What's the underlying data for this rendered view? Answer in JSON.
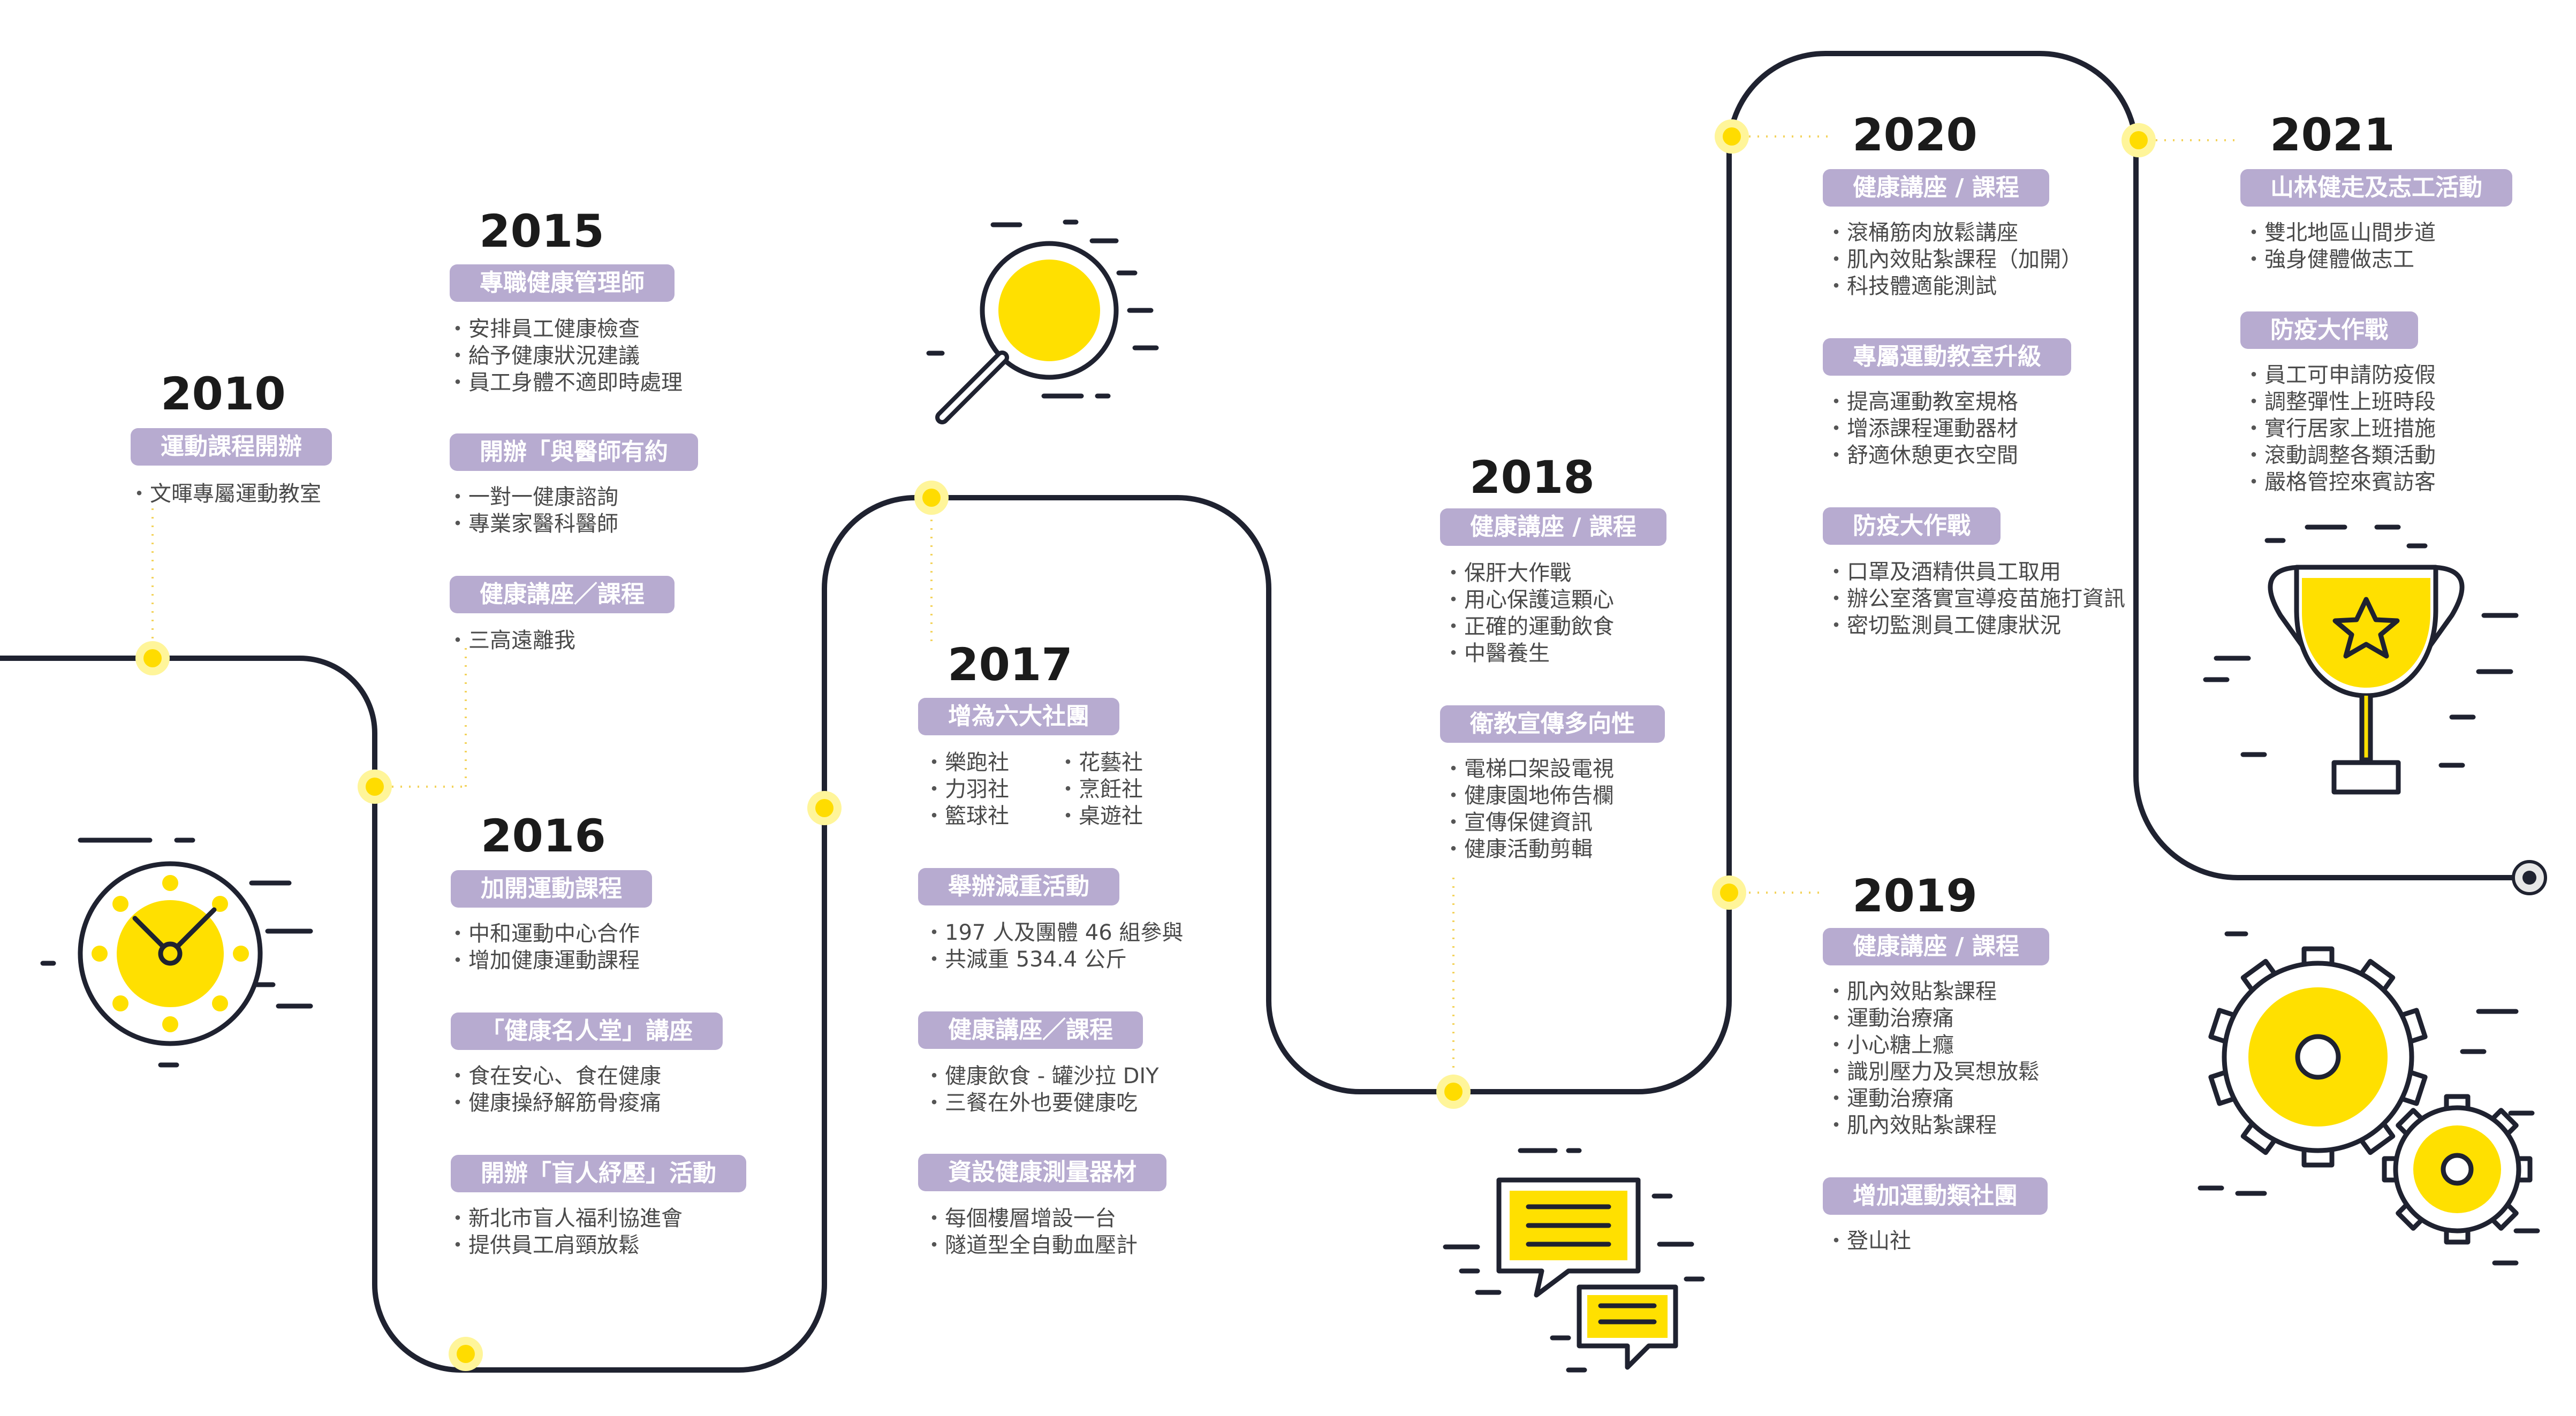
{
  "colors": {
    "line": "#1f2230",
    "accent": "#ffe000",
    "pill": "#b7abd0",
    "text": "#4a4a4a"
  },
  "icons": [
    "clock-icon",
    "magnifier-icon",
    "speech-bubbles-icon",
    "trophy-icon",
    "gears-icon"
  ],
  "milestones": {
    "y2010": {
      "year": "2010",
      "sections": [
        {
          "title": "運動課程開辦",
          "items": [
            "文暉專屬運動教室"
          ]
        }
      ]
    },
    "y2015": {
      "year": "2015",
      "sections": [
        {
          "title": "專職健康管理師",
          "items": [
            "安排員工健康檢查",
            "給予健康狀況建議",
            "員工身體不適即時處理"
          ]
        },
        {
          "title": "開辦「與醫師有約",
          "items": [
            "一對一健康諮詢",
            "專業家醫科醫師"
          ]
        },
        {
          "title": "健康講座／課程",
          "items": [
            "三高遠離我"
          ]
        }
      ]
    },
    "y2016": {
      "year": "2016",
      "sections": [
        {
          "title": "加開運動課程",
          "items": [
            "中和運動中心合作",
            "增加健康運動課程"
          ]
        },
        {
          "title": "「健康名人堂」講座",
          "items": [
            "食在安心、食在健康",
            "健康操紓解筋骨痠痛"
          ]
        },
        {
          "title": "開辦「盲人紓壓」活動",
          "items": [
            "新北市盲人福利協進會",
            "提供員工肩頸放鬆"
          ]
        }
      ]
    },
    "y2017": {
      "year": "2017",
      "sections": [
        {
          "title": "增為六大社團",
          "items": [
            "樂跑社",
            "力羽社",
            "籃球社",
            "花藝社",
            "烹飪社",
            "桌遊社"
          ]
        },
        {
          "title": "舉辦減重活動",
          "items": [
            "197 人及團體 46 組參與",
            "共減重 534.4 公斤"
          ]
        },
        {
          "title": "健康講座／課程",
          "items": [
            "健康飲食 - 罐沙拉 DIY",
            "三餐在外也要健康吃"
          ]
        },
        {
          "title": "資設健康測量器材",
          "items": [
            "每個樓層增設一台",
            "隧道型全自動血壓計"
          ]
        }
      ]
    },
    "y2018": {
      "year": "2018",
      "sections": [
        {
          "title": "健康講座 / 課程",
          "items": [
            "保肝大作戰",
            "用心保護這顆心",
            "正確的運動飲食",
            "中醫養生"
          ]
        },
        {
          "title": "衛教宣傳多向性",
          "items": [
            "電梯口架設電視",
            "健康園地佈告欄",
            "宣傳保健資訊",
            "健康活動剪輯"
          ]
        }
      ]
    },
    "y2019": {
      "year": "2019",
      "sections": [
        {
          "title": "健康講座 / 課程",
          "items": [
            "肌內效貼紮課程",
            "運動治療痛",
            "小心糖上癮",
            "識別壓力及冥想放鬆",
            "運動治療痛",
            "肌內效貼紮課程"
          ]
        },
        {
          "title": "增加運動類社團",
          "items": [
            "登山社"
          ]
        }
      ]
    },
    "y2020": {
      "year": "2020",
      "sections": [
        {
          "title": "健康講座 / 課程",
          "items": [
            "滾桶筋肉放鬆講座",
            "肌內效貼紮課程（加開）",
            "科技體適能測試"
          ]
        },
        {
          "title": "專屬運動教室升級",
          "items": [
            "提高運動教室規格",
            "增添課程運動器材",
            "舒適休憩更衣空間"
          ]
        },
        {
          "title": "防疫大作戰",
          "items": [
            "口罩及酒精供員工取用",
            "辦公室落實宣導疫苗施打資訊",
            "密切監測員工健康狀況"
          ]
        }
      ]
    },
    "y2021": {
      "year": "2021",
      "sections": [
        {
          "title": "山林健走及志工活動",
          "items": [
            "雙北地區山間步道",
            "強身健體做志工"
          ]
        },
        {
          "title": "防疫大作戰",
          "items": [
            "員工可申請防疫假",
            "調整彈性上班時段",
            "實行居家上班措施",
            "滾動調整各類活動",
            "嚴格管控來賓訪客"
          ]
        }
      ]
    }
  }
}
